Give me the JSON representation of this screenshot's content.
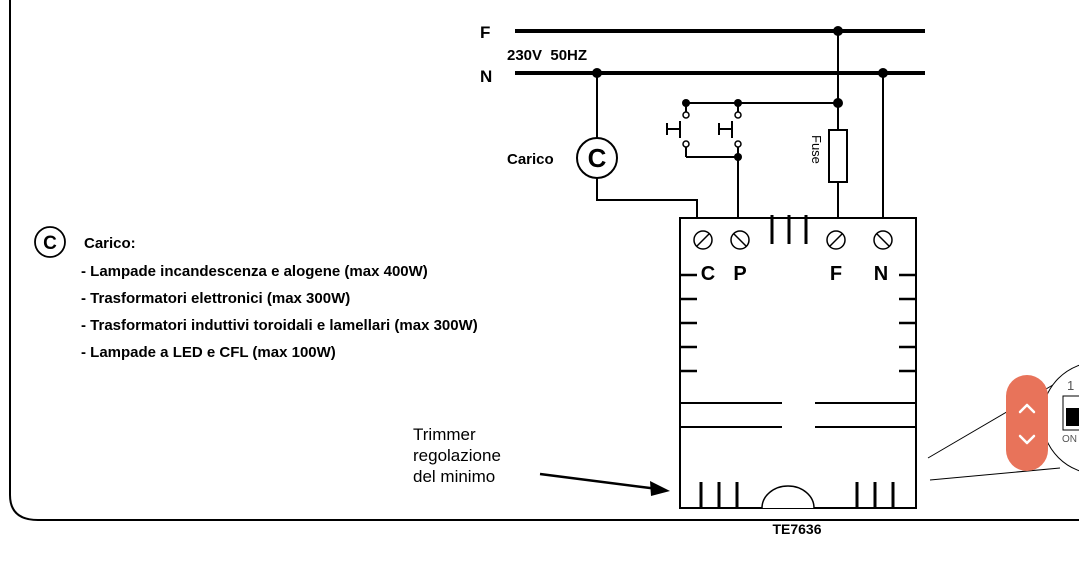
{
  "supply": {
    "phase_label": "F",
    "neutral_label": "N",
    "voltage_label": "230V  50HZ"
  },
  "load": {
    "symbol": "C",
    "label": "Carico"
  },
  "fuse": {
    "label": "Fuse"
  },
  "module": {
    "name": "TE7636",
    "terminals": [
      "C",
      "P",
      "F",
      "N"
    ]
  },
  "trimmer": {
    "lines": [
      "Trimmer",
      "regolazione",
      "del minimo"
    ]
  },
  "legend": {
    "symbol": "C",
    "title": "Carico:",
    "items": [
      "- Lampade incandescenza e alogene (max 400W)",
      "- Trasformatori elettronici (max 300W)",
      "- Trasformatori induttivi toroidali e lamellari (max 300W)",
      "- Lampade a LED e CFL (max 100W)"
    ]
  },
  "dip_switch": {
    "number": "1",
    "state": "ON"
  },
  "colors": {
    "line": "#000000",
    "scroll_button": "#e8735a",
    "dip_text": "#555555"
  }
}
